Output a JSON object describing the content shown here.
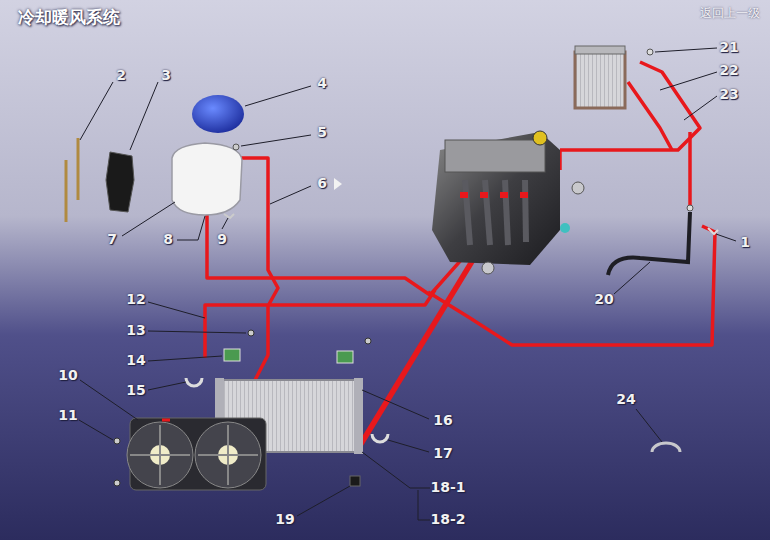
{
  "diagram": {
    "title": "冷却暖风系统",
    "labels": [
      "返回上一级",
      "2",
      "3",
      "4",
      "5",
      "6",
      "7",
      "8",
      "9",
      "1",
      "21",
      "22",
      "23",
      "20",
      "12",
      "13",
      "14",
      "15",
      "10",
      "11",
      "16",
      "17",
      "18-1",
      "18-2",
      "19",
      "24"
    ]
  }
}
